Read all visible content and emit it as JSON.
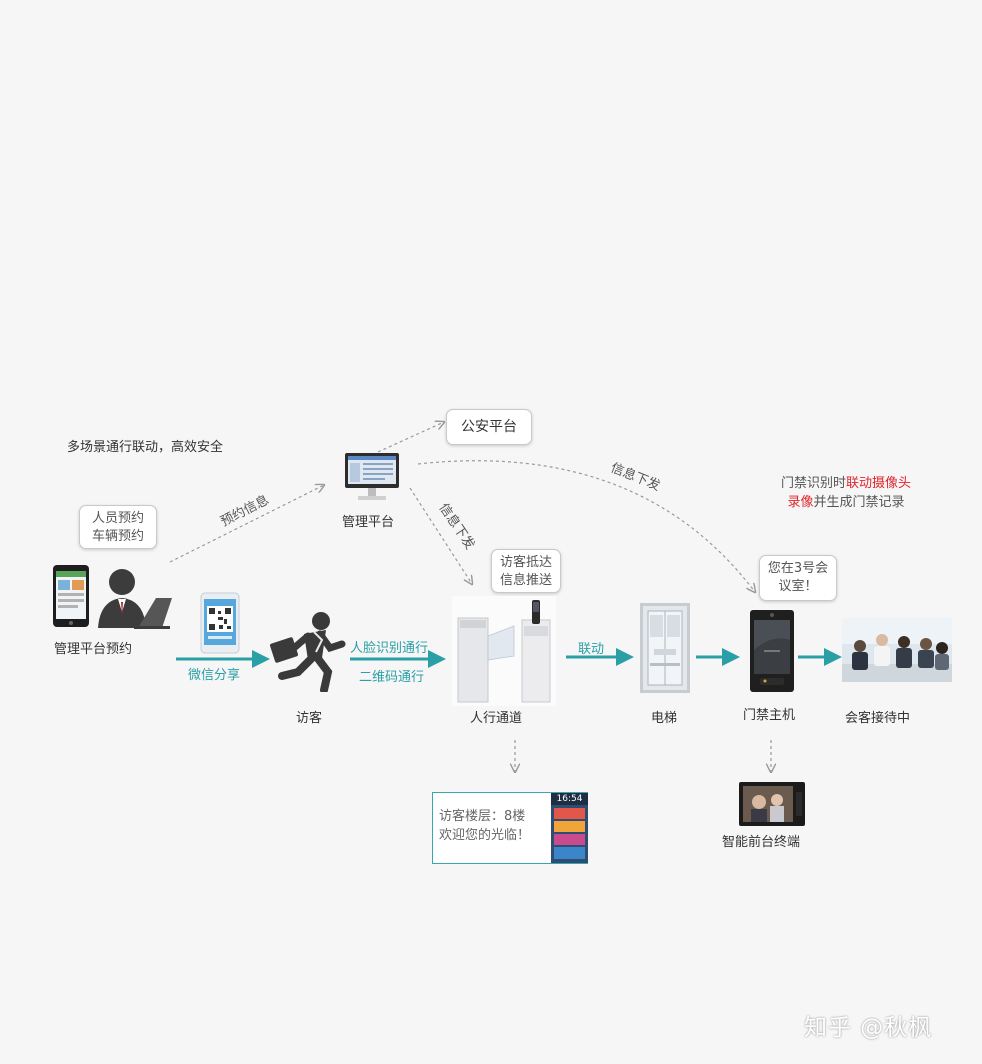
{
  "slogan": "多场景通行联动，高效安全",
  "nodes": {
    "mgmt_booking": "管理平台预约",
    "mgmt_platform": "管理平台",
    "police_platform": "公安平台",
    "visitor": "访客",
    "channel": "人行通道",
    "elevator": "电梯",
    "access_host": "门禁主机",
    "meeting": "会客接待中",
    "front_desk": "智能前台终端"
  },
  "bubbles": {
    "booking_line1": "人员预约",
    "booking_line2": "车辆预约",
    "arrival_line1": "访客抵达",
    "arrival_line2": "信息推送",
    "room_line1": "您在3号会",
    "room_line2": "议室！"
  },
  "edges": {
    "booking_info": "预约信息",
    "info_issue_1": "信息下发",
    "info_issue_2": "信息下发",
    "wechat_share": "微信分享",
    "face_pass": "人脸识别通行",
    "qr_pass": "二维码通行",
    "linkage": "联动"
  },
  "note": {
    "part1": "门禁识别时",
    "part2_red": "联动摄像头",
    "part3_red": "录像",
    "part4": "并生成门禁记录"
  },
  "screen": {
    "line1": "访客楼层：8楼",
    "line2": "欢迎您的光临！",
    "clock": "16:54"
  },
  "watermark": "知乎 @秋枫",
  "colors": {
    "teal": "#2a9fa6",
    "red": "#e0262e",
    "dash": "#9a9a9a"
  }
}
